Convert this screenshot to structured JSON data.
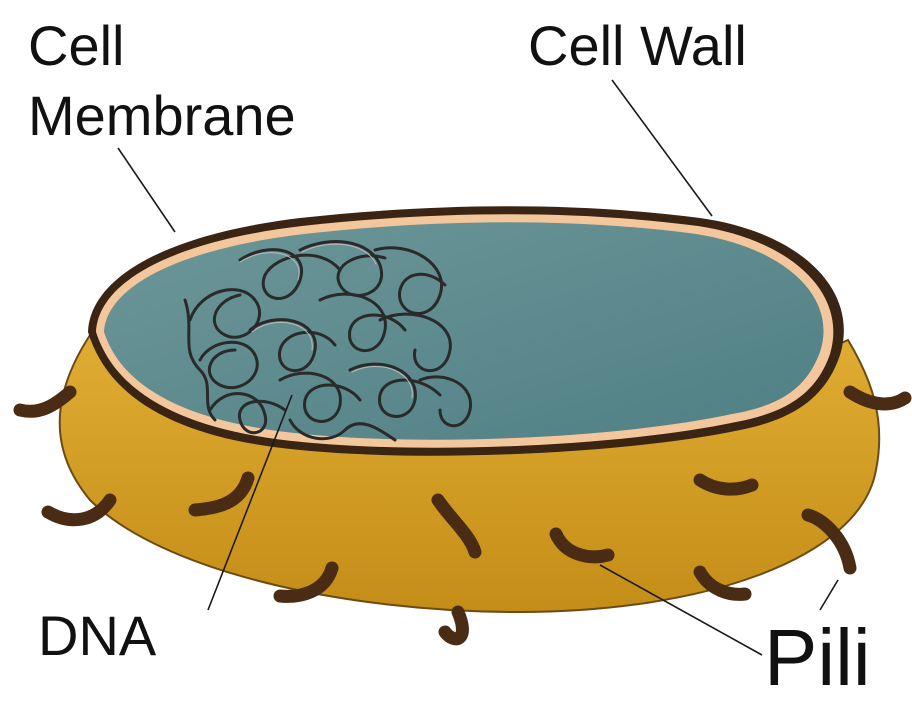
{
  "labels": {
    "cell_membrane_line1": "Cell",
    "cell_membrane_line2": "Membrane",
    "cell_wall": "Cell Wall",
    "dna": "DNA",
    "pili": "Pili"
  },
  "colors": {
    "cytoplasm": "#5c8c8f",
    "cell_body": "#d9a425",
    "cell_wall": "#3a2413",
    "membrane": "#f3c79b",
    "pili": "#4a2c14",
    "dna": "#2a2a2a",
    "leader_line": "#1a1a1a"
  }
}
